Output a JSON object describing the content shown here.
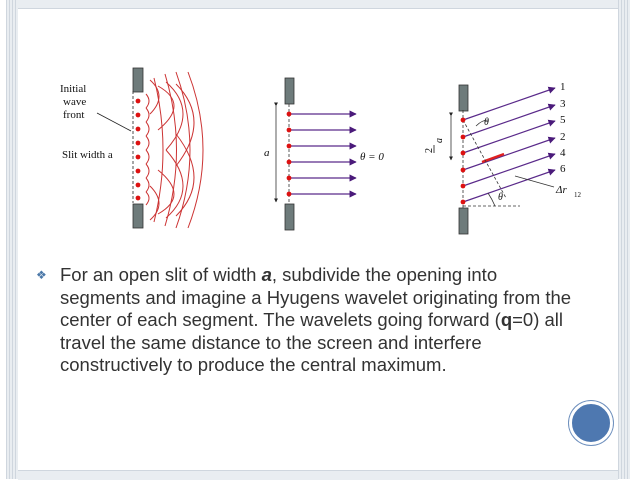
{
  "slide": {
    "bullet_text_before_a": "For an open slit of width ",
    "bullet_var_a": "a",
    "bullet_text_mid_1": ", subdivide the opening into segments and imagine a Hyugens wavelet originating from the center of each segment.  The wavelets going forward (",
    "bullet_var_q": "q",
    "bullet_text_end": "=0) all travel the same distance to the screen and interfere constructively to produce the central maximum.",
    "bullet_glyph": "❖",
    "accent_color": "#4e78b0"
  },
  "figure1": {
    "label_initial": "Initial",
    "label_wave": "wave",
    "label_front": "front",
    "label_slit": "Slit width a"
  },
  "figure2": {
    "label_a": "a",
    "label_theta": "θ = 0"
  },
  "figure3": {
    "ray_labels": [
      "1",
      "3",
      "5",
      "2",
      "4",
      "6"
    ],
    "label_a_over_2_top": "a",
    "label_a_over_2_bottom": "2",
    "label_theta_top": "θ",
    "label_theta_bottom": "θ",
    "label_delta": "Δr",
    "label_delta_sub": "12"
  }
}
